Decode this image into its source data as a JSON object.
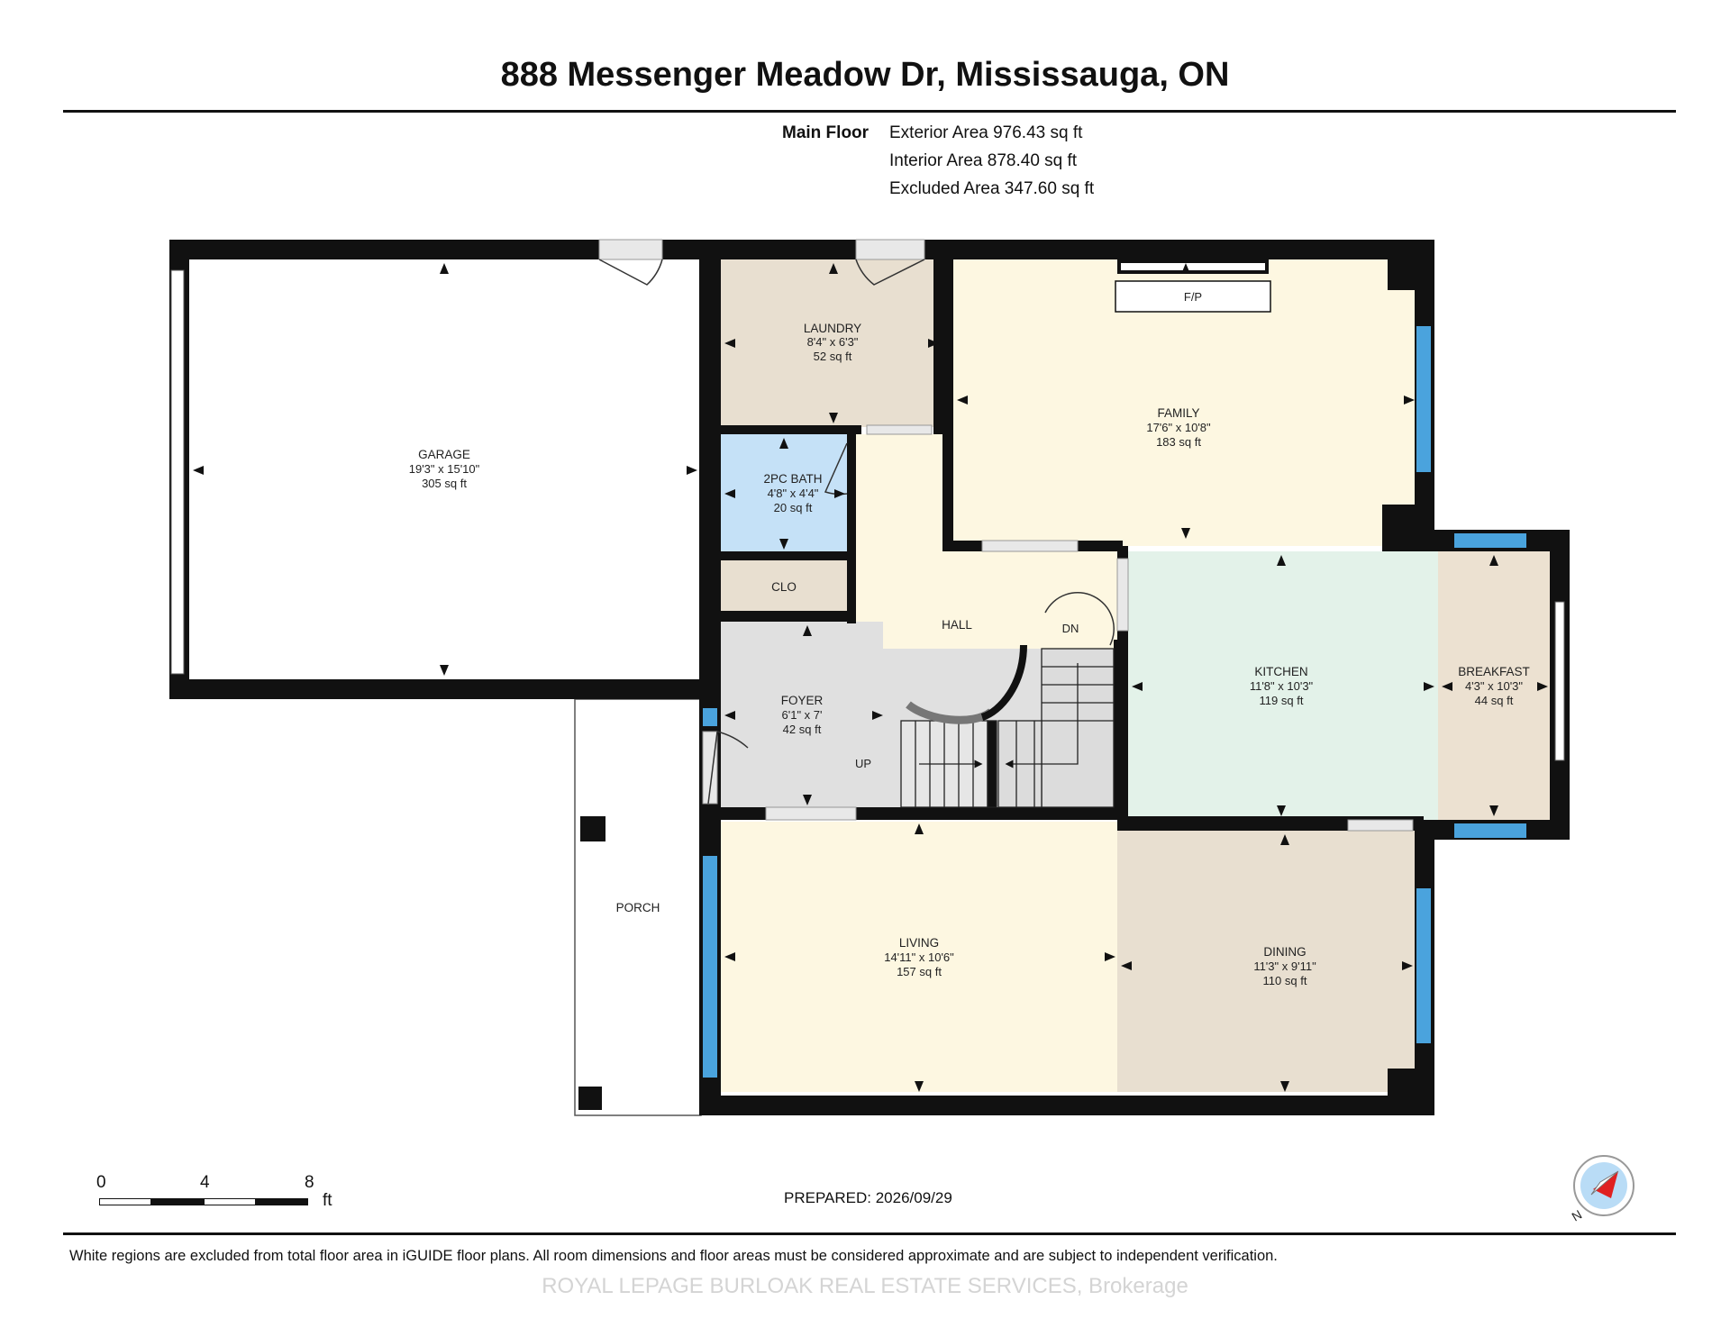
{
  "header": {
    "title": "888 Messenger Meadow Dr, Mississauga, ON",
    "floor_label": "Main Floor",
    "areas": [
      "Exterior Area 976.43 sq ft",
      "Interior Area 878.40 sq ft",
      "Excluded Area 347.60 sq ft"
    ]
  },
  "rooms": {
    "garage": {
      "name": "GARAGE",
      "dims": "19'3\" x 15'10\"",
      "area": "305 sq ft"
    },
    "laundry": {
      "name": "LAUNDRY",
      "dims": "8'4\" x 6'3\"",
      "area": "52 sq ft"
    },
    "family": {
      "name": "FAMILY",
      "dims": "17'6\" x 10'8\"",
      "area": "183 sq ft"
    },
    "bath": {
      "name": "2PC BATH",
      "dims": "4'8\" x 4'4\"",
      "area": "20 sq ft"
    },
    "clo": {
      "name": "CLO"
    },
    "hall": {
      "name": "HALL"
    },
    "foyer": {
      "name": "FOYER",
      "dims": "6'1\" x 7'",
      "area": "42 sq ft"
    },
    "kitchen": {
      "name": "KITCHEN",
      "dims": "11'8\" x 10'3\"",
      "area": "119 sq ft"
    },
    "breakfast": {
      "name": "BREAKFAST",
      "dims": "4'3\" x 10'3\"",
      "area": "44 sq ft"
    },
    "living": {
      "name": "LIVING",
      "dims": "14'11\" x 10'6\"",
      "area": "157 sq ft"
    },
    "dining": {
      "name": "DINING",
      "dims": "11'3\" x 9'11\"",
      "area": "110 sq ft"
    },
    "porch": {
      "name": "PORCH"
    }
  },
  "labels": {
    "fireplace": "F/P",
    "stairs_down": "DN",
    "stairs_up": "UP"
  },
  "colors": {
    "wall": "#111111",
    "laundry": "#e8dfd0",
    "family": "#fdf7e1",
    "bath": "#c5e1f7",
    "foyer": "#e0e0e0",
    "kitchen": "#e3f2e9",
    "breakfast": "#ece1d1",
    "living": "#fdf7e1",
    "dining": "#e8dfd0",
    "window": "#4aa3dd"
  },
  "scale": {
    "ticks": [
      "0",
      "4",
      "8"
    ],
    "unit": "ft"
  },
  "compass": {
    "label": "N"
  },
  "footer": {
    "prepared": "PREPARED: 2026/09/29",
    "disclaimer": "White regions are excluded from total floor area in iGUIDE floor plans. All room dimensions and floor areas must be considered approximate and are subject to independent verification.",
    "brokerage": "ROYAL LEPAGE BURLOAK REAL ESTATE SERVICES, Brokerage"
  }
}
